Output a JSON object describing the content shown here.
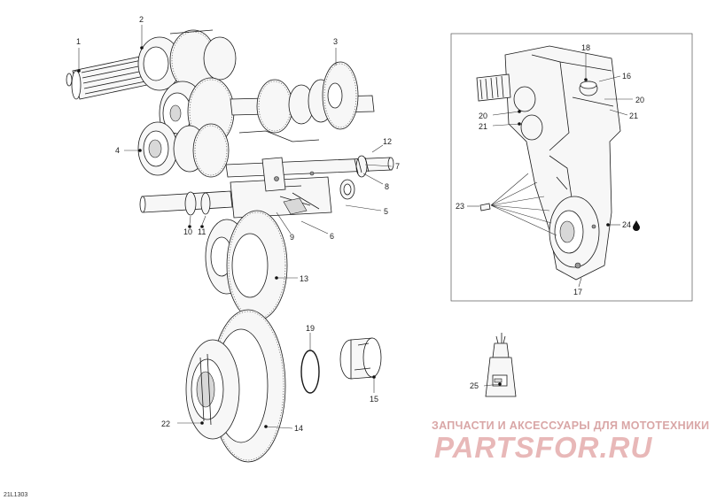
{
  "diagram_code": "21L1303",
  "watermark": {
    "tagline": "ЗАПЧАСТИ И АКСЕССУАРЫ ДЛЯ МОТОТЕХНИКИ",
    "brand": "PARTSFOR.RU"
  },
  "callouts": {
    "c1": "1",
    "c2": "2",
    "c3": "3",
    "c4": "4",
    "c5": "5",
    "c6": "6",
    "c7": "7",
    "c8": "8",
    "c9": "9",
    "c10": "10",
    "c11": "11",
    "c12": "12",
    "c13": "13",
    "c14": "14",
    "c15": "15",
    "c16": "16",
    "c17": "17",
    "c18": "18",
    "c19": "19",
    "c20a": "20",
    "c20b": "20",
    "c21a": "21",
    "c21b": "21",
    "c22": "22",
    "c23": "23",
    "c24": "24",
    "c25": "25"
  },
  "icons": {
    "oil_drop": "oil-drop-icon"
  }
}
